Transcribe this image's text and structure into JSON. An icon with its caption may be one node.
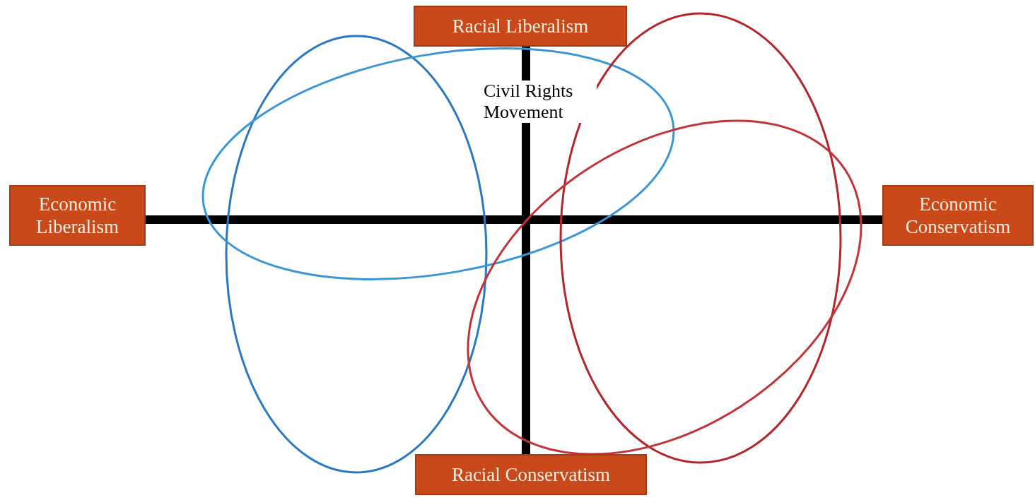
{
  "diagram": {
    "nodes": [
      {
        "text": [
          "Racial Liberalism"
        ]
      },
      {
        "text": [
          "Economic Liberalism"
        ]
      },
      {
        "text": [
          "Economic Conservatism"
        ]
      },
      {
        "text": [
          "Racial Conservatism"
        ]
      }
    ],
    "labels": [
      "Civil Rights Movement"
    ]
  }
}
